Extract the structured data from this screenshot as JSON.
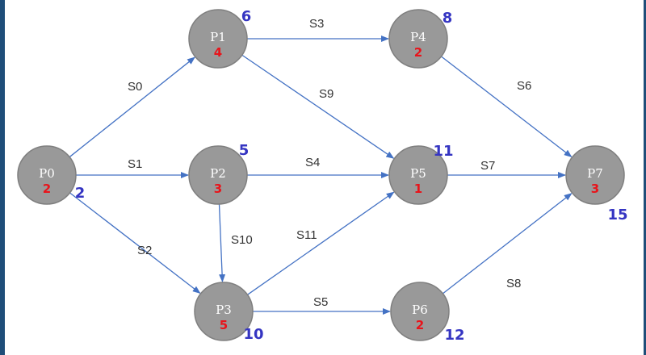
{
  "colors": {
    "node_fill": "#999999",
    "node_stroke": "#7f7f7f",
    "edge": "#4472c4",
    "weight": "#e8141b",
    "time": "#3535c2",
    "frame": "#1f4e79"
  },
  "nodes": [
    {
      "id": "P0",
      "name": "P0",
      "weight": "2",
      "time": "2"
    },
    {
      "id": "P1",
      "name": "P1",
      "weight": "4",
      "time": "6"
    },
    {
      "id": "P2",
      "name": "P2",
      "weight": "3",
      "time": "5"
    },
    {
      "id": "P3",
      "name": "P3",
      "weight": "5",
      "time": "10"
    },
    {
      "id": "P4",
      "name": "P4",
      "weight": "2",
      "time": "8"
    },
    {
      "id": "P5",
      "name": "P5",
      "weight": "1",
      "time": "11"
    },
    {
      "id": "P6",
      "name": "P6",
      "weight": "2",
      "time": "12"
    },
    {
      "id": "P7",
      "name": "P7",
      "weight": "3",
      "time": "15"
    }
  ],
  "edges": [
    {
      "label": "S0",
      "from": "P0",
      "to": "P1"
    },
    {
      "label": "S1",
      "from": "P0",
      "to": "P2"
    },
    {
      "label": "S2",
      "from": "P0",
      "to": "P3"
    },
    {
      "label": "S3",
      "from": "P1",
      "to": "P4"
    },
    {
      "label": "S4",
      "from": "P2",
      "to": "P5"
    },
    {
      "label": "S5",
      "from": "P3",
      "to": "P6"
    },
    {
      "label": "S6",
      "from": "P4",
      "to": "P7"
    },
    {
      "label": "S7",
      "from": "P5",
      "to": "P7"
    },
    {
      "label": "S8",
      "from": "P6",
      "to": "P7"
    },
    {
      "label": "S9",
      "from": "P1",
      "to": "P5"
    },
    {
      "label": "S10",
      "from": "P2",
      "to": "P3"
    },
    {
      "label": "S11",
      "from": "P3",
      "to": "P5"
    }
  ]
}
